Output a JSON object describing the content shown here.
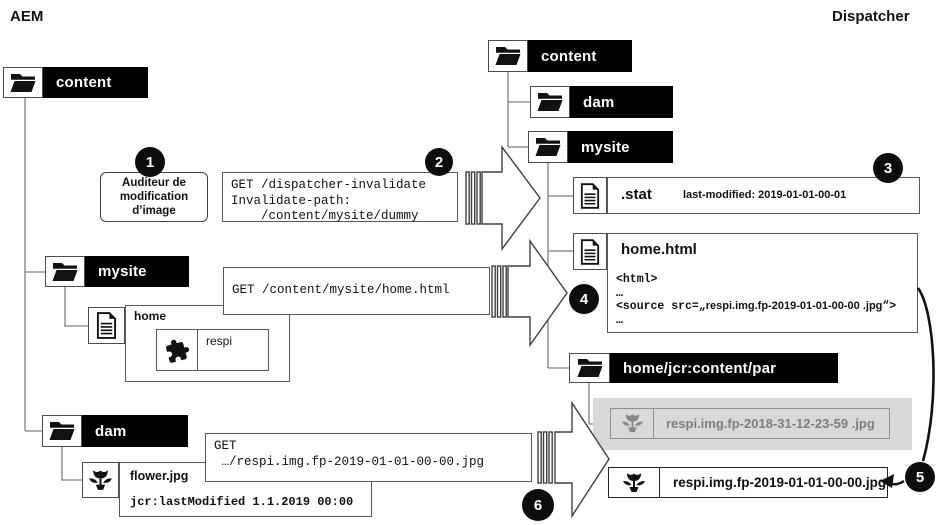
{
  "header": {
    "aem": "AEM",
    "dispatcher": "Dispatcher"
  },
  "steps": {
    "1": "1",
    "2": "2",
    "3": "3",
    "4": "4",
    "5": "5",
    "6": "6"
  },
  "aem_tree": {
    "content_label": "content",
    "mysite_label": "mysite",
    "home_label": "home",
    "respi_label": "respi",
    "dam_label": "dam",
    "flower_label": "flower.jpg",
    "flower_meta": "jcr:lastModified 1.1.2019 00:00"
  },
  "auditor": {
    "line1": "Auditeur de",
    "line2": "modification",
    "line3": "d’image"
  },
  "requests": {
    "invalidate": "GET /dispatcher-invalidate\nInvalidate-path:\n    /content/mysite/dummy",
    "page": "GET /content/mysite/home.html",
    "image": "GET\n …/respi.img.fp-2019-01-01-00-00.jpg"
  },
  "dispatcher_tree": {
    "content_label": "content",
    "dam_label": "dam",
    "mysite_label": "mysite",
    "stat_name": ".stat",
    "stat_meta": "last-modified: 2019-01-01-00-01",
    "home_html_name": "home.html",
    "code_line1": "<html>",
    "code_dots": "…",
    "src_prefix": "<source src=„",
    "src_file": "respi.img.fp-2019-01-01-00-00 .jpg",
    "src_suffix": "“>",
    "par_label": "home/jcr:content/par",
    "old_image_label": "respi.img.fp-2018-31-12-23-59 .jpg",
    "new_image_label": "respi.img.fp-2019-01-01-00-00.jpg"
  },
  "colors": {
    "node_bg": "#000000",
    "stale_bg": "#d9d9d9",
    "stale_text": "#7f7f7f"
  }
}
